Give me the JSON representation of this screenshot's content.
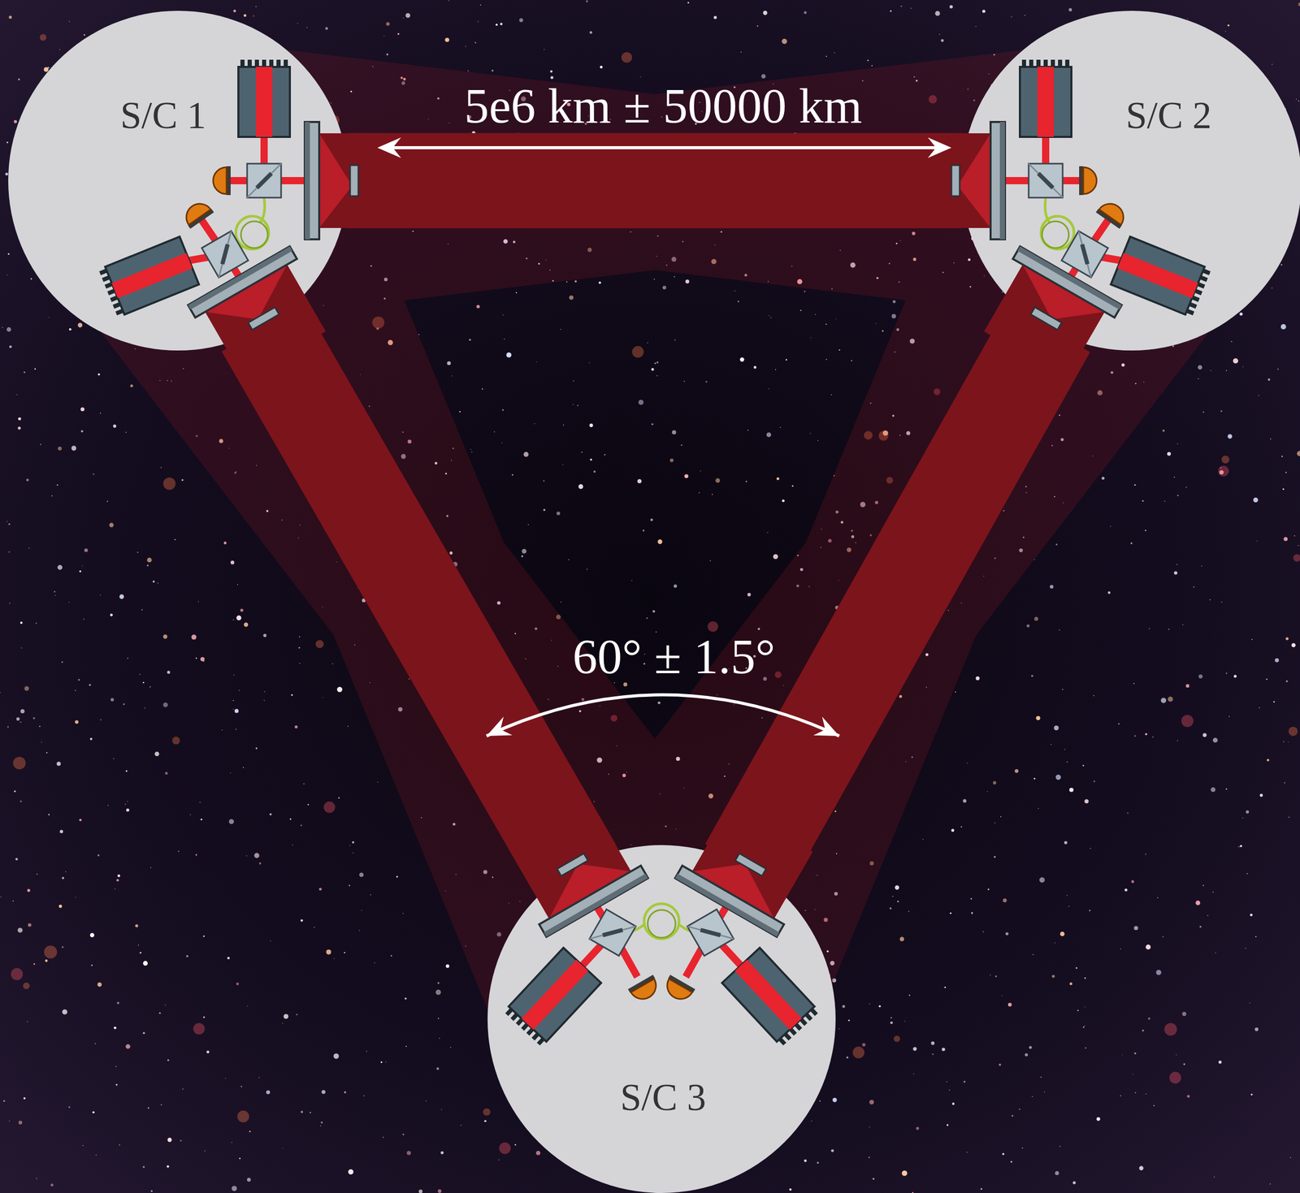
{
  "diagram": {
    "nodes": [
      {
        "text": [
          "S/C 1"
        ]
      },
      {
        "text": [
          "S/C 2"
        ]
      },
      {
        "text": [
          "S/C 3"
        ]
      }
    ],
    "edges": [
      {
        "from": 0,
        "to": 1,
        "arrow": "none"
      },
      {
        "from": 0,
        "to": 2,
        "arrow": "none"
      },
      {
        "from": 1,
        "to": 2,
        "arrow": "none"
      }
    ],
    "labels": [
      "5e6 km ± 50000 km",
      "60° ± 1.5°"
    ]
  }
}
